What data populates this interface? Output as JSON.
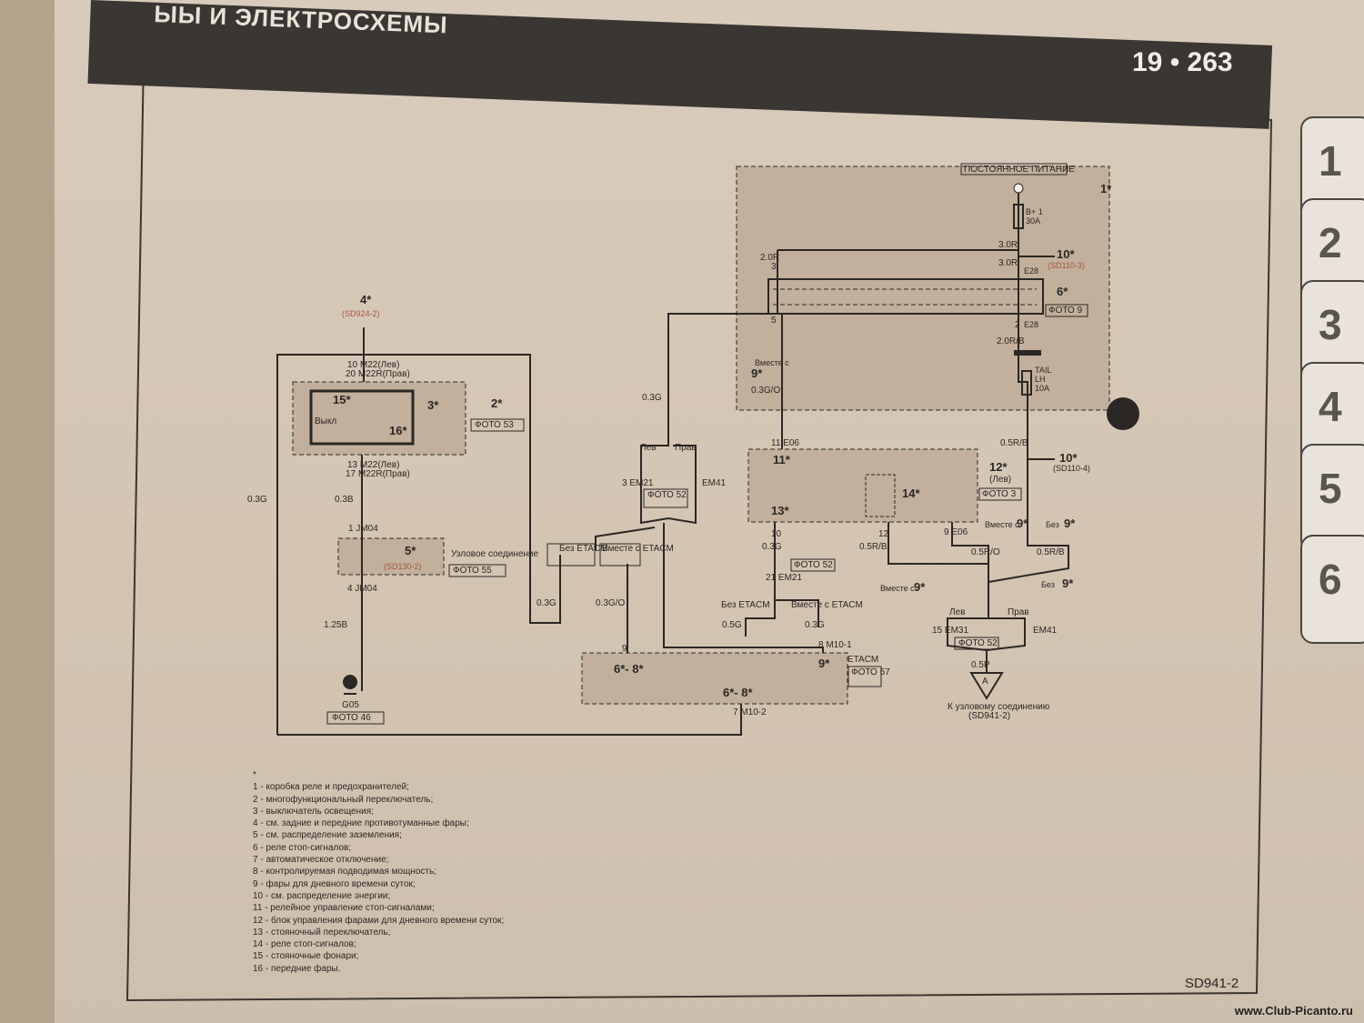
{
  "header": {
    "title": "ЫЫ И ЭЛЕКТРОСХЕМЫ",
    "page_number": "19 • 263"
  },
  "side_tabs": [
    "1",
    "2",
    "3",
    "4",
    "5",
    "6"
  ],
  "diagram": {
    "constant_power": "ПОСТОЯННОЕ ПИТАНИЕ",
    "ref_1": "1*",
    "ref_2": "2*",
    "ref_3": "3*",
    "ref_4": "4*",
    "ref_4_sub": "(SD924-2)",
    "ref_5": "5*",
    "ref_5_sub": "(SD130-2)",
    "ref_6": "6*",
    "ref_9a": "9*",
    "ref_10a": "10*",
    "ref_10a_sub": "(SD110-3)",
    "ref_10b": "10*",
    "ref_10b_sub": "(SD110-4)",
    "ref_11": "11*",
    "ref_12": "12*",
    "ref_12_sub": "(Лев)",
    "ref_13": "13*",
    "ref_14": "14*",
    "ref_15": "15*",
    "ref_16": "16*",
    "ref_68a": "6*- 8*",
    "ref_68b": "6*- 8*",
    "ref_9b": "9*",
    "ref_9c": "9*",
    "ref_9d": "9*",
    "ref_9e": "9*",
    "off_label": "Выкл",
    "fuse_b1": "B+ 1",
    "fuse_b1_amp": "30A",
    "fuse_tail": "TAIL",
    "fuse_tail_lh": "LH",
    "fuse_tail_amp": "10A",
    "wire_30r_a": "3.0R",
    "wire_30r_b": "3.0R",
    "wire_20r": "2.0R",
    "wire_20rb": "2.0R/B",
    "wire_05rb_a": "0.5R/B",
    "wire_05rb_b": "0.5R/B",
    "wire_05rb_c": "0.5R/B",
    "wire_05ro": "0.5R/O",
    "wire_03g_a": "0.3G",
    "wire_03g_b": "0.3G",
    "wire_03g_c": "0.3G",
    "wire_03g_d": "0.3G",
    "wire_03g_e": "0.3G",
    "wire_03go_a": "0.3G/O",
    "wire_03go_b": "0.3G/O",
    "wire_05g": "0.5G",
    "wire_03b": "0.3B",
    "wire_125b": "1.25B",
    "wire_05p": "0.5P",
    "pin_m22_top": "10  M22(Лев)",
    "pin_m22r_top": "20  M22R(Прав)",
    "pin_m22_bot": "13  M22(Лев)",
    "pin_m22r_bot": "17  M22R(Прав)",
    "pin_jm04_a": "1  JM04",
    "pin_jm04_b": "4  JM04",
    "pin_e28_3": "3",
    "pin_e28_a": "E28",
    "pin_e28_2": "2",
    "pin_e28_b": "E28",
    "pin_5": "5",
    "pin_e06a": "11  E06",
    "pin_e06b": "9  E06",
    "pin_10": "10",
    "pin_12": "12",
    "pin_em21a": "3  EM21",
    "pin_em41a": "EM41",
    "pin_em21b": "21  EM21",
    "pin_em31": "15  EM31",
    "pin_em41b": "EM41",
    "pin_9": "9",
    "pin_m101": "8  M10-1",
    "pin_m102": "7  M10-2",
    "pin_1": "1",
    "foto_9": "ФОТО 9",
    "foto_53": "ФОТО 53",
    "foto_55": "ФОТО 55",
    "foto_52a": "ФОТО 52",
    "foto_52b": "ФОТО 52",
    "foto_52c": "ФОТО 52",
    "foto_3": "ФОТО 3",
    "foto_57": "ФОТО 57",
    "foto_46": "ФОТО 46",
    "lev_a": "Лев",
    "prav_a": "Прав",
    "lev_b": "Лев",
    "prav_b": "Прав",
    "bez_etacm_a": "Без ETACM",
    "vmeste_etacm_a": "Вместе с ETACM",
    "bez_etacm_b": "Без ETACM",
    "vmeste_etacm_b": "Вместе с ETACM",
    "vmeste_s_a": "Вместе с",
    "vmeste_s_b": "Вместе с",
    "vmeste_s_c": "Вместе с",
    "bez_a": "Без",
    "bez_b": "Без",
    "etacm": "ETACM",
    "junction": "Узловое соединение",
    "ground": "G05",
    "connector_a": "A",
    "to_junction": "К узловому соединению",
    "to_junction_sub": "(SD941-2)"
  },
  "legend": [
    "*",
    "1 - коробка реле и предохранителей;",
    "2 - многофункциональный переключатель;",
    "3 - выключатель освещения;",
    "4 - см. задние и передние противотуманные фары;",
    "5 - см. распределение заземления;",
    "6 - реле стоп-сигналов;",
    "7 - автоматическое отключение;",
    "8 - контролируемая подводимая мощность;",
    "9 - фары для дневного времени суток;",
    "10 - см. распределение энергии;",
    "11 - релейное управление стоп-сигналами;",
    "12 - блок управления фарами для дневного времени суток;",
    "13 - стояночный переключатель;",
    "14 - реле стоп-сигналов;",
    "15 - стояночные фонари;",
    "16 - передние фары."
  ],
  "doc_code": "SD941-2",
  "watermark": "www.Club-Picanto.ru",
  "colors": {
    "ink": "#2b2724",
    "shade": "#c2b09c",
    "accent": "#a8553e"
  }
}
